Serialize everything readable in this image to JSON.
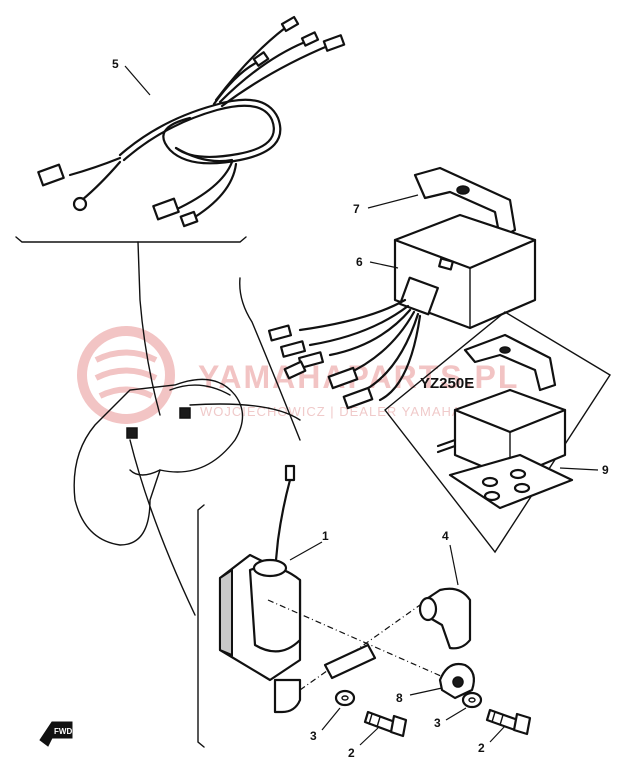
{
  "callouts": {
    "c1": "1",
    "c2a": "2",
    "c2b": "2",
    "c3a": "3",
    "c3b": "3",
    "c4": "4",
    "c5": "5",
    "c6": "6",
    "c7": "7",
    "c8": "8",
    "c9": "9"
  },
  "model_label": "YZ250E",
  "watermark": {
    "main": "YAMAHAPARTS.PL",
    "sub": "WOJCIECHOWICZ | DEALER YAMAHA"
  },
  "direction_marker": "FWD",
  "colors": {
    "line": "#111111",
    "watermark": "#f2c4c4",
    "background": "#ffffff"
  }
}
